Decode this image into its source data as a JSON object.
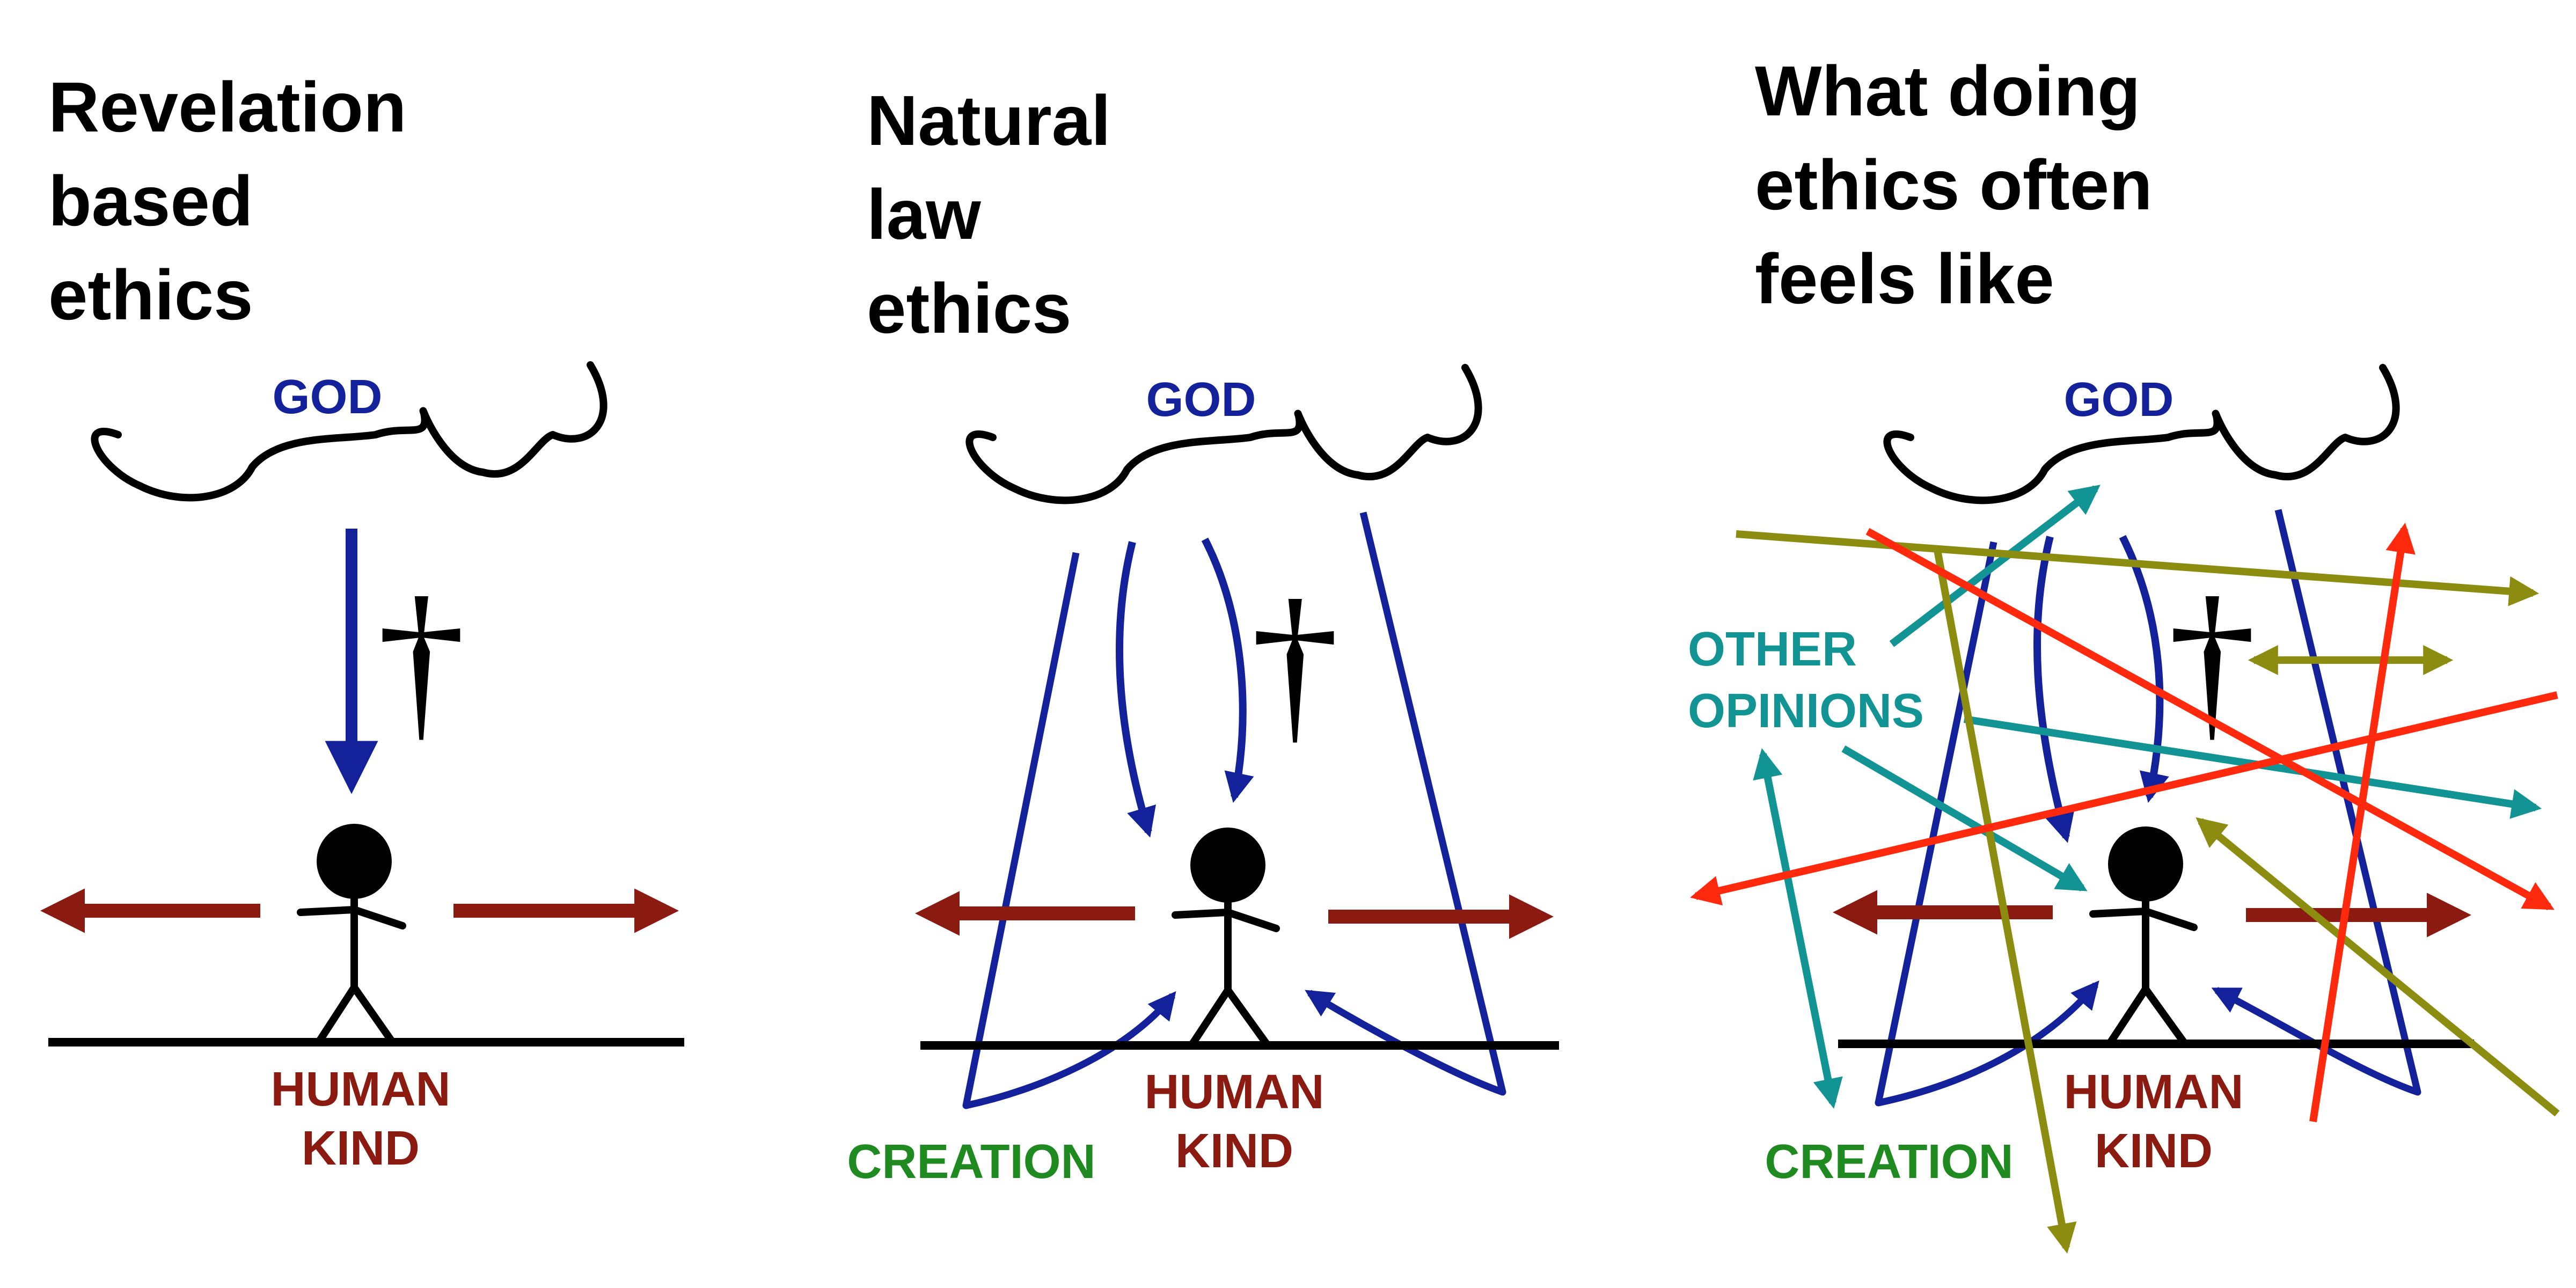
{
  "panels": [
    {
      "title_lines": [
        "Revelation",
        "based",
        "ethics"
      ],
      "god_label": "GOD",
      "human_label_lines": [
        "HUMAN",
        "KIND"
      ],
      "cross_symbol": "†"
    },
    {
      "title_lines": [
        "Natural",
        "law",
        "ethics"
      ],
      "god_label": "GOD",
      "human_label_lines": [
        "HUMAN",
        "KIND"
      ],
      "cross_symbol": "†",
      "creation_label": "CREATION"
    },
    {
      "title_lines": [
        "What doing",
        "ethics often",
        "feels like"
      ],
      "god_label": "GOD",
      "human_label_lines": [
        "HUMAN",
        "KIND"
      ],
      "cross_symbol": "†",
      "creation_label": "CREATION",
      "opinions_label_lines": [
        "OTHER",
        "OPINIONS"
      ]
    }
  ],
  "colors": {
    "god": "#13229a",
    "humankind": "#8b1a10",
    "creation": "#1f8a1f",
    "opinions": "#129494",
    "olive": "#8c8c10",
    "red": "#ff2a0d",
    "outline": "#000000"
  }
}
